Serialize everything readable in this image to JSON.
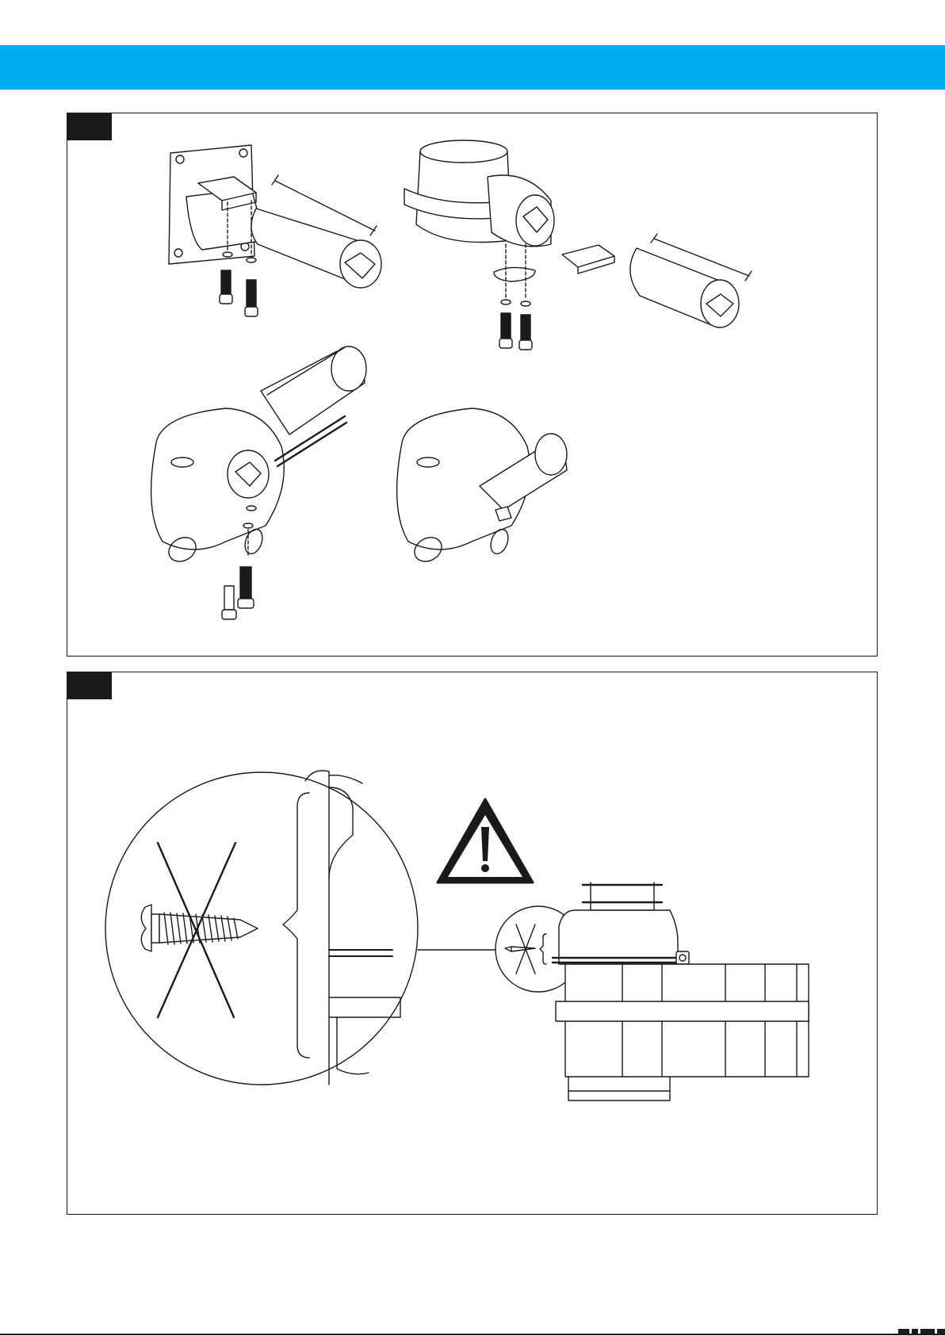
{
  "header": {
    "accent": "#00adef"
  },
  "panels": [
    {
      "tab_label": "",
      "figures": [
        "wall-bracket-assembly",
        "swivel-joint-assembly",
        "cone-mount-exploded",
        "cone-mount-assembled"
      ]
    },
    {
      "tab_label": "",
      "figures": [
        "screw-warning-detail",
        "hose-clamp-assembly"
      ]
    }
  ],
  "icons": {
    "warning": "warning-triangle-icon",
    "prohibited": "crossed-out-screw-icon"
  },
  "colors": {
    "ink": "#1a1a1a",
    "paper": "#ffffff"
  }
}
